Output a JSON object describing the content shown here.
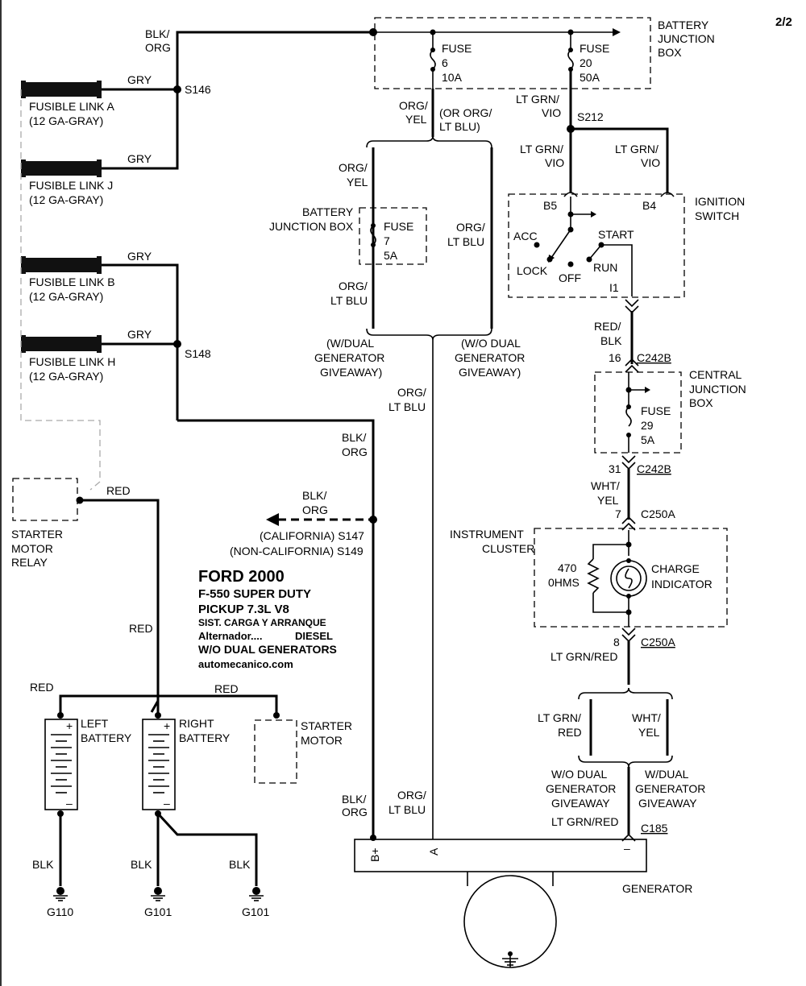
{
  "page_number": "2/2",
  "title_block": {
    "make": "FORD 2000",
    "model": "F-550 SUPER DUTY",
    "engine": "PICKUP 7.3L V8",
    "system": "SIST. CARGA Y ARRANQUE",
    "component": "Alternador....",
    "fuel": "DIESEL",
    "variant": "W/O DUAL GENERATORS",
    "website": "automecanico.com"
  },
  "components": {
    "battery_junction_box_top": [
      "BATTERY",
      "JUNCTION",
      "BOX"
    ],
    "fuse_6": [
      "FUSE",
      "6",
      "10A"
    ],
    "fuse_20": [
      "FUSE",
      "20",
      "50A"
    ],
    "battery_junction_box_mid": [
      "BATTERY",
      "JUNCTION BOX"
    ],
    "fuse_7": [
      "FUSE",
      "7",
      "5A"
    ],
    "ignition_switch": [
      "IGNITION",
      "SWITCH"
    ],
    "ignition_positions": {
      "acc": "ACC",
      "lock": "LOCK",
      "off": "OFF",
      "run": "RUN",
      "start": "START"
    },
    "ignition_pins": {
      "b5": "B5",
      "b4": "B4",
      "i1": "I1"
    },
    "central_junction_box": [
      "CENTRAL",
      "JUNCTION",
      "BOX"
    ],
    "fuse_29": [
      "FUSE",
      "29",
      "5A"
    ],
    "instrument_cluster": [
      "INSTRUMENT",
      "CLUSTER"
    ],
    "resistor": [
      "470",
      "0HMS"
    ],
    "charge_indicator": [
      "CHARGE",
      "INDICATOR"
    ],
    "fusible_links": [
      [
        "FUSIBLE LINK A",
        "(12 GA-GRAY)"
      ],
      [
        "FUSIBLE LINK J",
        "(12 GA-GRAY)"
      ],
      [
        "FUSIBLE LINK B",
        "(12 GA-GRAY)"
      ],
      [
        "FUSIBLE LINK H",
        "(12 GA-GRAY)"
      ]
    ],
    "starter_motor_relay": [
      "STARTER",
      "MOTOR",
      "RELAY"
    ],
    "left_battery": [
      "LEFT",
      "BATTERY"
    ],
    "right_battery": [
      "RIGHT",
      "BATTERY"
    ],
    "starter_motor": [
      "STARTER",
      "MOTOR"
    ],
    "generator": "GENERATOR",
    "generator_terminals": {
      "bplus": "B+",
      "a": "A",
      "minus": "–"
    },
    "battery_plus": "+",
    "battery_minus": "–"
  },
  "splices": {
    "s146": "S146",
    "s148": "S148",
    "s212": "S212",
    "s147": "(CALIFORNIA) S147",
    "s149": "(NON-CALIFORNIA) S149"
  },
  "connectors": {
    "c242b_16": {
      "pin": "16",
      "name": "C242B"
    },
    "c242b_31": {
      "pin": "31",
      "name": "C242B"
    },
    "c250a_7": {
      "pin": "7",
      "name": "C250A"
    },
    "c250a_8": {
      "pin": "8",
      "name": "C250A"
    },
    "c185": "C185"
  },
  "grounds": [
    "G110",
    "G101",
    "G101"
  ],
  "wires": {
    "blk_org_top": [
      "BLK/",
      "ORG"
    ],
    "gry": "GRY",
    "org_yel_top": [
      "ORG/",
      "YEL"
    ],
    "or_org_lt_blu": [
      "(OR ORG/",
      "LT BLU)"
    ],
    "lt_grn_vio_a": [
      "LT GRN/",
      "VIO"
    ],
    "lt_grn_vio_b": [
      "LT GRN/",
      "VIO"
    ],
    "lt_grn_vio_c": [
      "LT GRN/",
      "VIO"
    ],
    "org_yel_mid": [
      "ORG/",
      "YEL"
    ],
    "org_lt_blu_a": [
      "ORG/",
      "LT BLU"
    ],
    "org_lt_blu_b": [
      "ORG/",
      "LT BLU"
    ],
    "org_lt_blu_c": [
      "ORG/",
      "LT BLU"
    ],
    "org_lt_blu_d": [
      "ORG/",
      "LT BLU"
    ],
    "with_dual": [
      "(W/DUAL",
      "GENERATOR",
      "GIVEAWAY)"
    ],
    "without_dual": [
      "(W/O DUAL",
      "GENERATOR",
      "GIVEAWAY)"
    ],
    "red_blk": [
      "RED/",
      "BLK"
    ],
    "wht_yel_a": [
      "WHT/",
      "YEL"
    ],
    "wht_yel_b": [
      "WHT/",
      "YEL"
    ],
    "lt_grn_red_a": "LT GRN/RED",
    "lt_grn_red_b": [
      "LT GRN/",
      "RED"
    ],
    "lt_grn_red_c": "LT GRN/RED",
    "wo_dual_gen": [
      "W/O DUAL",
      "GENERATOR",
      "GIVEAWAY"
    ],
    "w_dual_gen": [
      "W/DUAL",
      "GENERATOR",
      "GIVEAWAY"
    ],
    "blk_org_mid": [
      "BLK/",
      "ORG"
    ],
    "blk_org_arrow": [
      "BLK/",
      "ORG"
    ],
    "blk_org_bottom": [
      "BLK/",
      "ORG"
    ],
    "red": "RED",
    "blk": "BLK"
  }
}
